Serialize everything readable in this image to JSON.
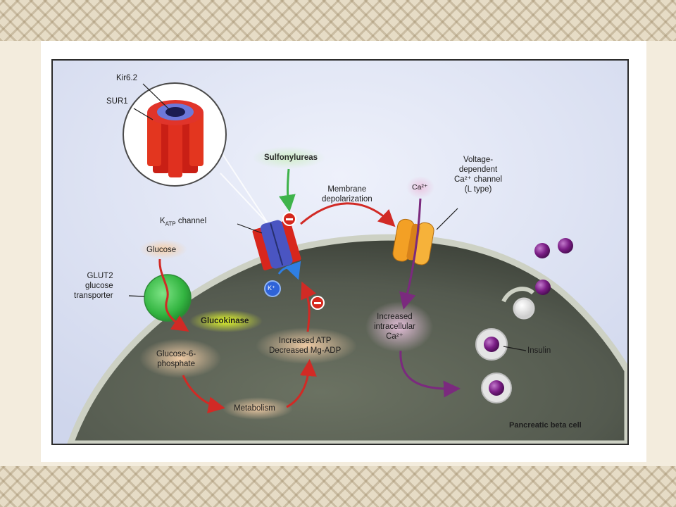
{
  "figure": {
    "labels": {
      "kir": "Kir6.2",
      "sur": "SUR1",
      "sulfonylureas": "Sulfonylureas",
      "katp_main": "K",
      "katp_sub": "ATP",
      "katp_rest": " channel",
      "membrane_line1": "Membrane",
      "membrane_line2": "depolarization",
      "voltage_line1": "Voltage-",
      "voltage_line2": "dependent",
      "voltage_line3": "Ca²⁺ channel",
      "voltage_line4": "(L type)",
      "ca_ion": "Ca²⁺",
      "glucose": "Glucose",
      "glut2_line1": "GLUT2",
      "glut2_line2": "glucose",
      "glut2_line3": "transporter",
      "k_ion": "K⁺",
      "glucokinase": "Glucokinase",
      "atp_line1": "Increased ATP",
      "atp_line2": "Decreased Mg-ADP",
      "g6p_line1": "Glucose-6-",
      "g6p_line2": "phosphate",
      "metabolism": "Metabolism",
      "calcium_line1": "Increased",
      "calcium_line2": "intracellular",
      "calcium_line3": "Ca²⁺",
      "insulin": "Insulin",
      "cell": "Pancreatic beta cell",
      "minus": "−"
    },
    "colors": {
      "background": "#dde3f3",
      "cytoplasm": "#5c6356",
      "katp_red": "#d8261c",
      "katp_blue": "#4a55c2",
      "glut2_green": "#3cc24a",
      "ca_channel_orange": "#f3a025",
      "insulin_purple": "#7b1e86",
      "arrow_red": "#d12a25",
      "arrow_purple": "#7b2a7e",
      "arrow_green": "#3eb34a",
      "inhibit_red": "#d5281d"
    }
  }
}
